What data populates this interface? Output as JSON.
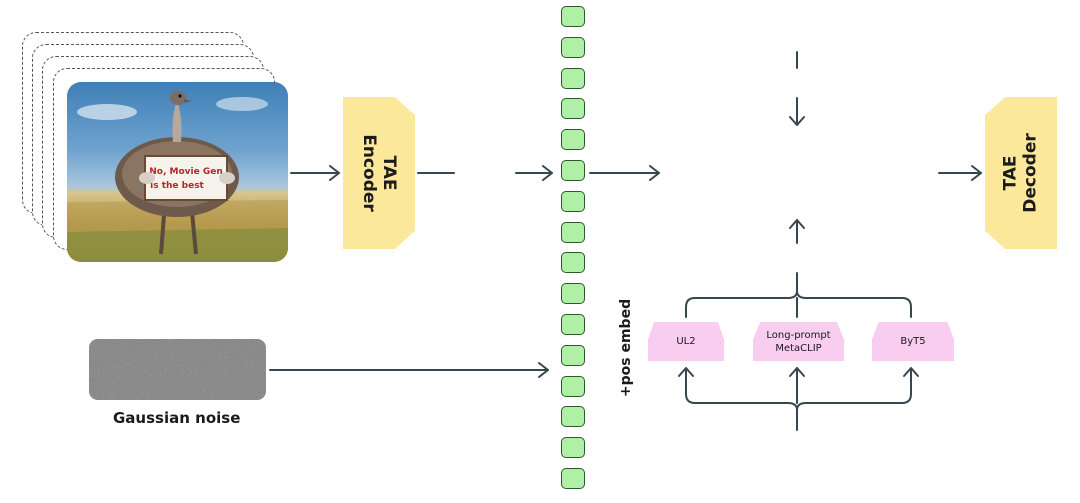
{
  "input_image": {
    "sign_text_line1": "No, Movie Gen",
    "sign_text_line2": "is the best"
  },
  "tae_encoder": {
    "label": "TAE\nEncoder",
    "color": "#fbe89b"
  },
  "tae_decoder": {
    "label": "TAE\nDecoder",
    "color": "#fbe89b"
  },
  "noise": {
    "caption": "Gaussian noise"
  },
  "tokens": {
    "count": 16,
    "fill": "#aff0a6",
    "stroke": "#2a5a2a"
  },
  "pos_embed_label": "+pos embed",
  "text_encoders": [
    "UL2",
    "Long-prompt\nMetaCLIP",
    "ByT5"
  ],
  "encoder_color": "#f8cdef",
  "line_color": "#37474f"
}
